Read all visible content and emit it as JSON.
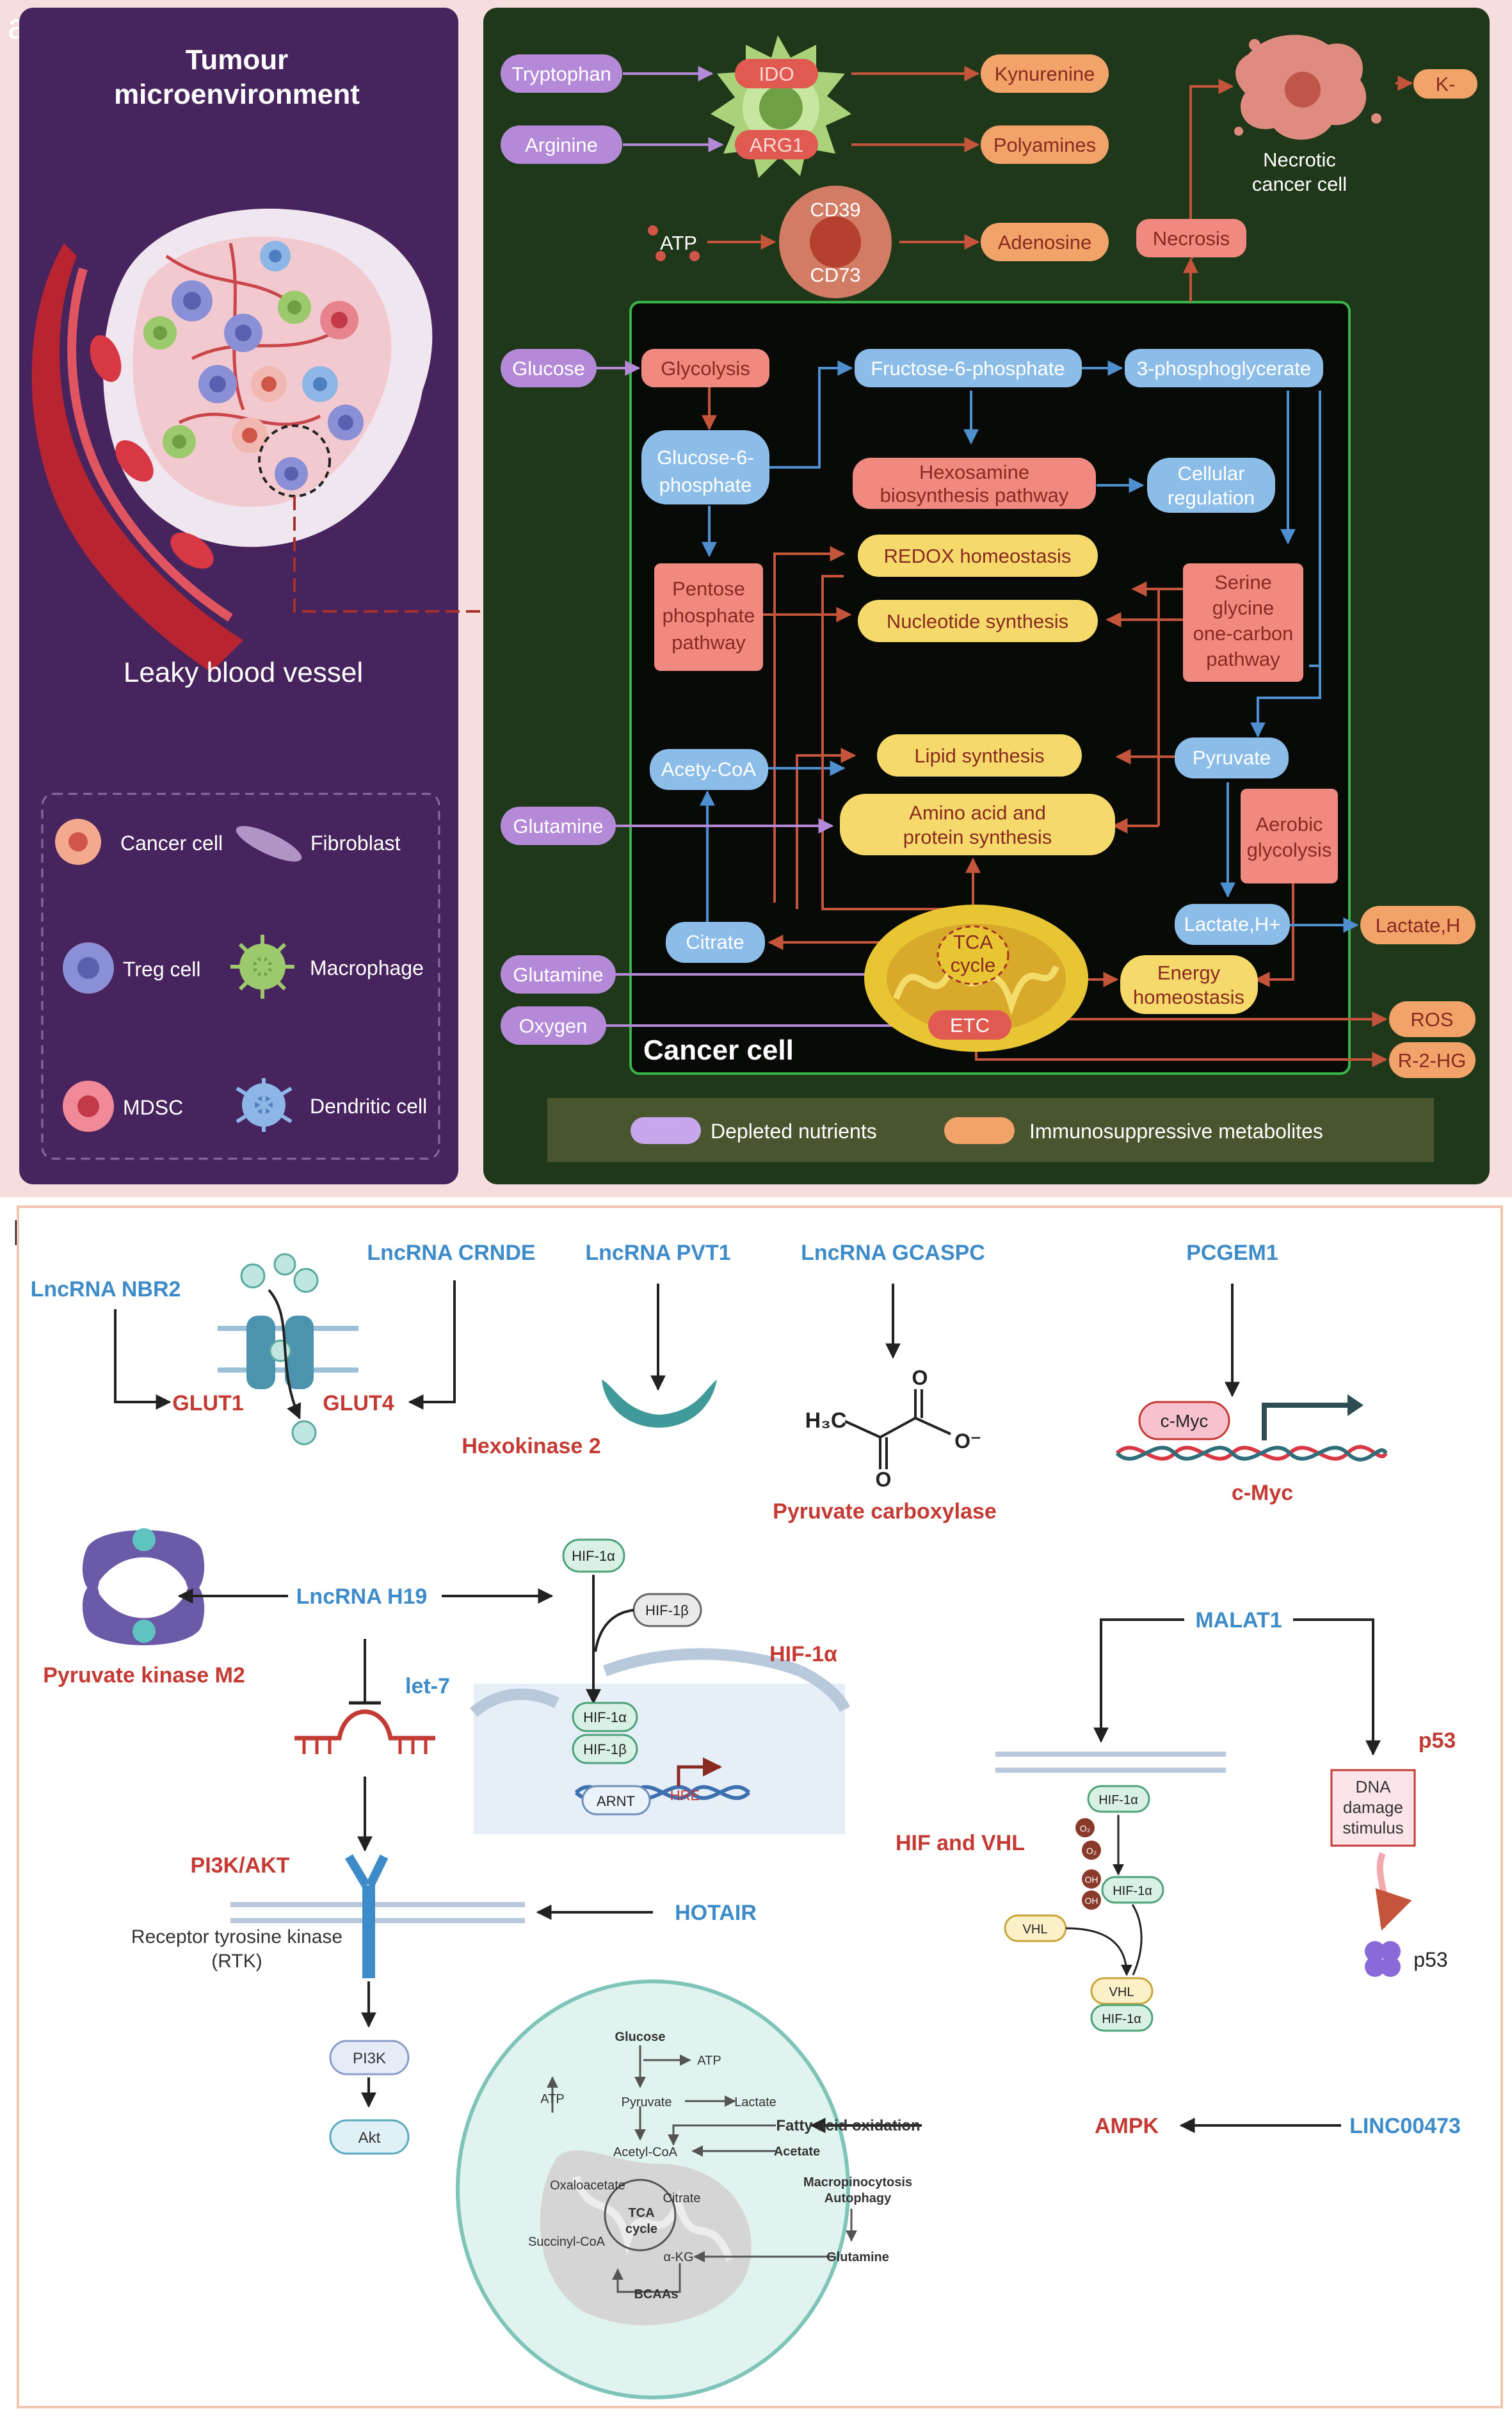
{
  "panel_a": {
    "label": "a",
    "tme": {
      "title_line1": "Tumour",
      "title_line2": "microenvironment",
      "vessel_label": "Leaky blood vessel",
      "legend": {
        "cancer_cell": "Cancer cell",
        "fibroblast": "Fibroblast",
        "treg_cell": "Treg cell",
        "macrophage": "Macrophage",
        "mdsc": "MDSC",
        "dendritic_cell": "Dendritic cell"
      }
    },
    "metabolism": {
      "tryptophan": "Tryptophan",
      "arginine": "Arginine",
      "ido": "IDO",
      "arg1": "ARG1",
      "kynurenine": "Kynurenine",
      "polyamines": "Polyamines",
      "atp": "ATP",
      "cd39": "CD39",
      "cd73": "CD73",
      "adenosine": "Adenosine",
      "necrosis": "Necrosis",
      "necrotic_line1": "Necrotic",
      "necrotic_line2": "cancer cell",
      "k_ion": "K-",
      "glucose": "Glucose",
      "glycolysis": "Glycolysis",
      "f6p": "Fructose-6-phosphate",
      "pg3": "3-phosphoglycerate",
      "g6p_line1": "Glucose-6-",
      "g6p_line2": "phosphate",
      "hexosamine_line1": "Hexosamine",
      "hexosamine_line2": "biosynthesis pathway",
      "cellular_line1": "Cellular",
      "cellular_line2": "regulation",
      "ppp_line1": "Pentose",
      "ppp_line2": "phosphate",
      "ppp_line3": "pathway",
      "redox": "REDOX homeostasis",
      "nucleotide": "Nucleotide synthesis",
      "serine_line1": "Serine",
      "serine_line2": "glycine",
      "serine_line3": "one-carbon",
      "serine_line4": "pathway",
      "acetyl_coa": "Acety-CoA",
      "lipid": "Lipid synthesis",
      "pyruvate": "Pyruvate",
      "glutamine1": "Glutamine",
      "amino_line1": "Amino acid and",
      "amino_line2": "protein synthesis",
      "aerobic_line1": "Aerobic",
      "aerobic_line2": "glycolysis",
      "citrate": "Citrate",
      "tca_line1": "TCA",
      "tca_line2": "cycle",
      "lactate_in": "Lactate,H+",
      "lactate_out": "Lactate,H",
      "glutamine2": "Glutamine",
      "energy_line1": "Energy",
      "energy_line2": "homeostasis",
      "oxygen": "Oxygen",
      "etc": "ETC",
      "ros": "ROS",
      "r2hg": "R-2-HG",
      "cancer_cell": "Cancer cell",
      "legend_depleted": "Depleted nutrients",
      "legend_immuno": "Immunosuppressive metabolites"
    }
  },
  "panel_b": {
    "label": "b",
    "lnc_nbr2": "LncRNA NBR2",
    "lnc_crnde": "LncRNA CRNDE",
    "glut1": "GLUT1",
    "glut4": "GLUT4",
    "lnc_pvt1": "LncRNA PVT1",
    "hexokinase2": "Hexokinase 2",
    "lnc_gcaspc": "LncRNA GCASPC",
    "h3c": "H₃C",
    "o_top": "O",
    "o_minus": "O⁻",
    "o_bottom": "O",
    "pyruvate_carboxylase": "Pyruvate carboxylase",
    "pcgem1": "PCGEM1",
    "cmyc_box": "c-Myc",
    "cmyc_label": "c-Myc",
    "lnc_h19": "LncRNA H19",
    "pkm2": "Pyruvate kinase M2",
    "hif1a_box": "HIF-1α",
    "hif1b_box": "HIF-1β",
    "hif1a_label": "HIF-1α",
    "hif1a_inner": "HIF-1α",
    "hif1b_inner": "HIF-1β",
    "arnt": "ARNT",
    "hre": "HRE",
    "let7": "let-7",
    "pi3k_akt": "PI3K/AKT",
    "hotair": "HOTAIR",
    "rtk_line1": "Receptor tyrosine kinase",
    "rtk_line2": "(RTK)",
    "pi3k": "PI3K",
    "akt": "Akt",
    "malat1": "MALAT1",
    "p53_label": "p53",
    "dna_line1": "DNA",
    "dna_line2": "damage",
    "dna_line3": "stimulus",
    "p53_small": "p53",
    "hif_vhl": "HIF and VHL",
    "vhl_hif1a_top": "HIF-1α",
    "vhl_o2a": "O₂",
    "vhl_o2b": "O₂",
    "vhl_oh1": "OH",
    "vhl_oh2": "OH",
    "vhl_hif1a_mid": "HIF-1α",
    "vhl_left": "VHL",
    "vhl_complex": "VHL",
    "vhl_hif1a_bottom": "HIF-1α",
    "mito": {
      "glucose": "Glucose",
      "atp1": "ATP",
      "pyruvate": "Pyruvate",
      "lactate": "Lactate",
      "atp2": "ATP",
      "fao": "Fatty acid oxidation",
      "acetyl_coa": "Acetyl-CoA",
      "acetate": "Acetate",
      "oxaloacetate": "Oxaloacetate",
      "citrate": "Citrate",
      "macropino": "Macropinocytosis",
      "autophagy": "Autophagy",
      "tca1": "TCA",
      "tca2": "cycle",
      "succinyl": "Succinyl-CoA",
      "akg": "α-KG",
      "glutamine": "Glutamine",
      "bcaas": "BCAAs"
    },
    "ampk": "AMPK",
    "linc00473": "LINC00473"
  }
}
